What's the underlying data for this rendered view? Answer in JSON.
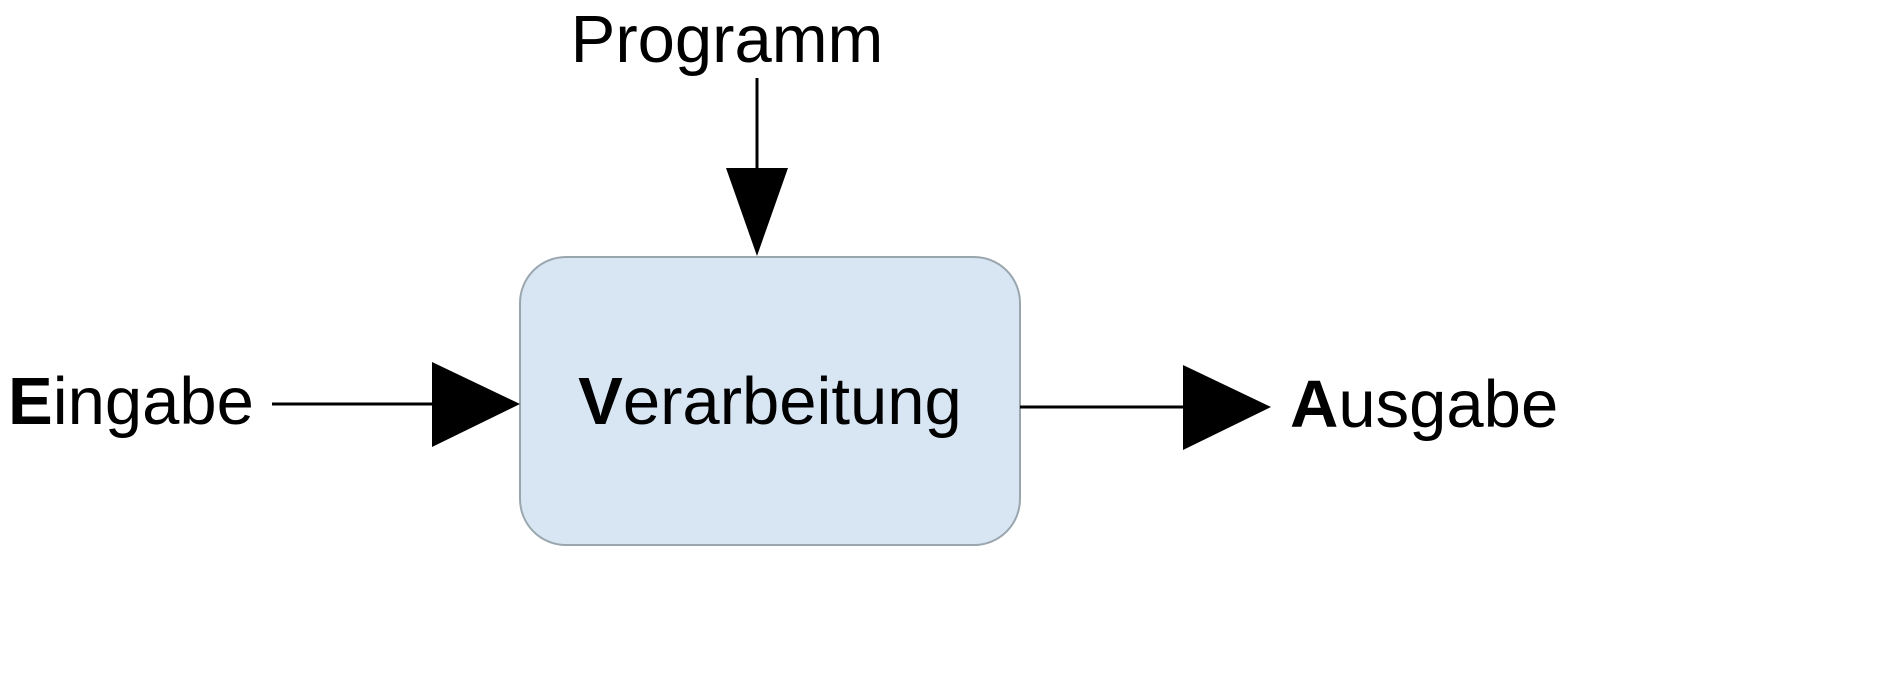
{
  "diagram": {
    "program": {
      "label": "Programm"
    },
    "input": {
      "bold": "E",
      "rest": "ingabe"
    },
    "process": {
      "bold": "V",
      "rest": "erarbeitung"
    },
    "output": {
      "bold": "A",
      "rest": "usgabe"
    },
    "colors": {
      "box_fill": "#d8e6f3",
      "box_border": "#9aa6ae",
      "arrow": "#000000",
      "text": "#000000"
    }
  }
}
